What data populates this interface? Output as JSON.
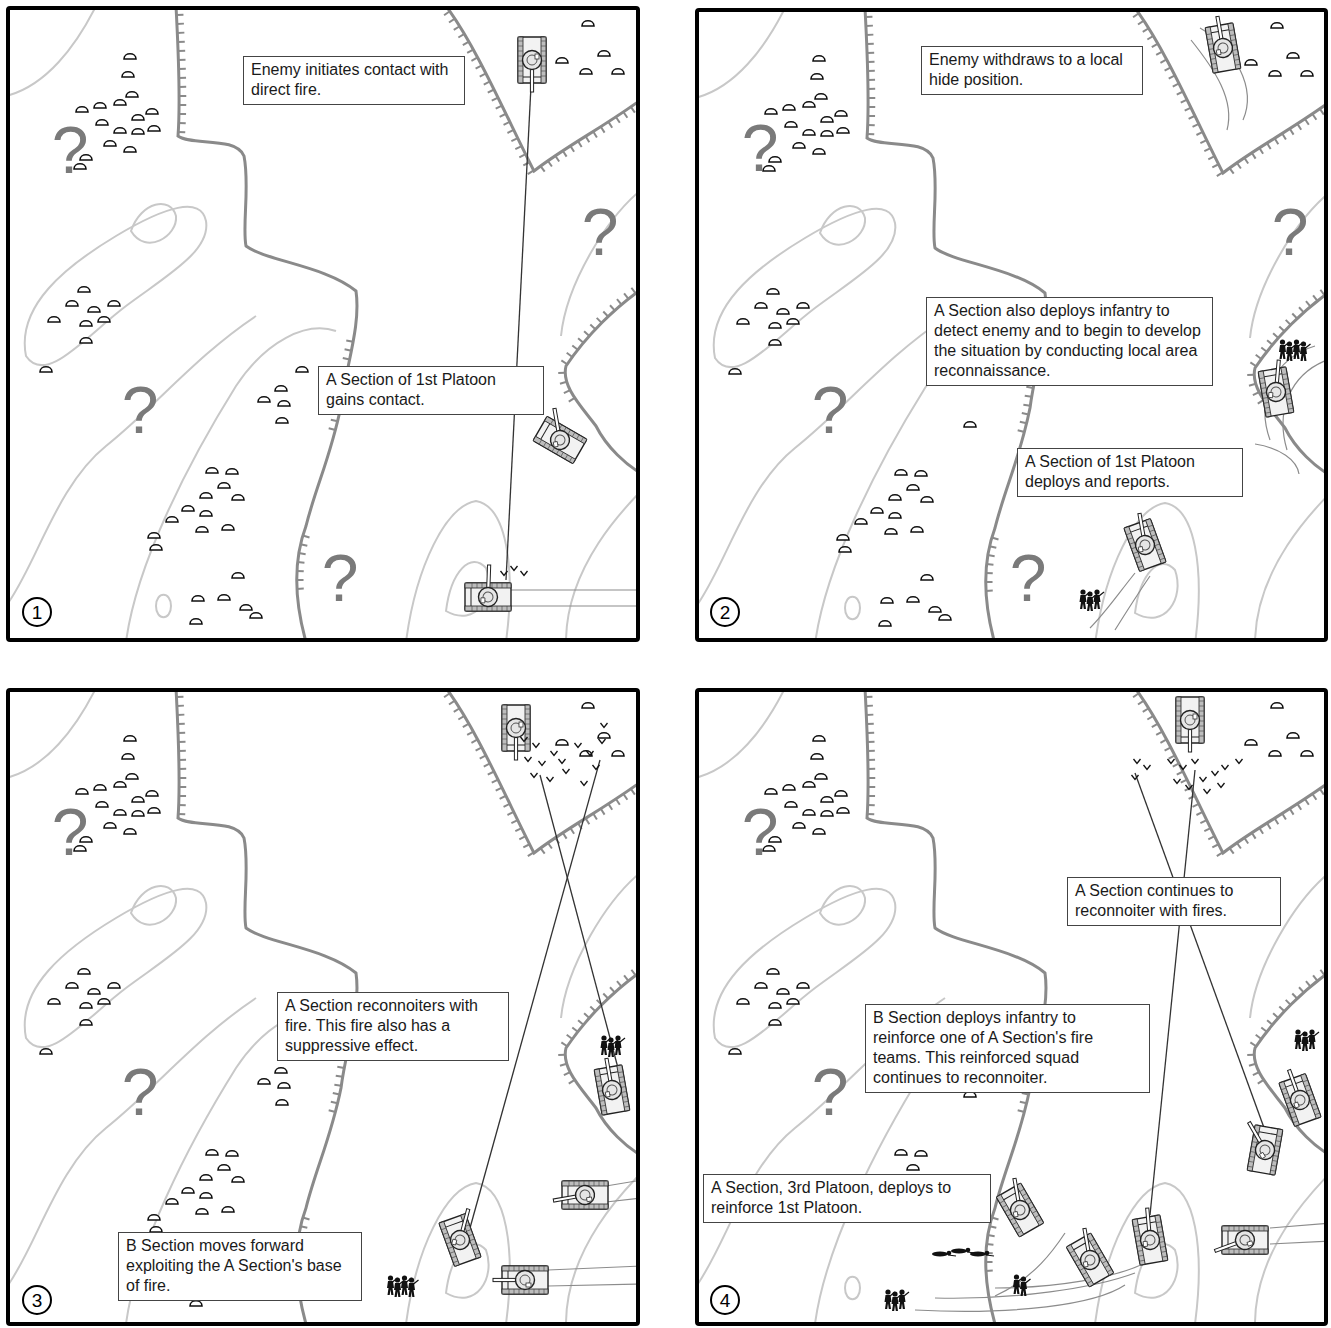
{
  "diagram": {
    "nodes": [
      {
        "text": [
          "1"
        ]
      },
      {
        "text": [
          "Enemy initiates contact with direct fire."
        ],
        "in": 0
      },
      {
        "text": [
          "A Section of 1st Platoon gains contact."
        ],
        "in": 0
      },
      {
        "text": [
          "2"
        ]
      },
      {
        "text": [
          "Enemy withdraws to a local hide position."
        ],
        "in": 3
      },
      {
        "text": [
          "A Section also deploys infantry to detect enemy and to begin to develop the situation by conducting local area reconnaissance."
        ],
        "in": 3
      },
      {
        "text": [
          "A Section of 1st Platoon deploys and reports."
        ],
        "in": 3
      },
      {
        "text": [
          "3"
        ]
      },
      {
        "text": [
          "A Section reconnoiters with fire. This fire also has a suppressive effect."
        ],
        "in": 7
      },
      {
        "text": [
          "B Section moves forward exploiting the A Section's base of fire."
        ],
        "in": 7
      },
      {
        "text": [
          "4"
        ]
      },
      {
        "text": [
          "A Section continues to reconnoiter with fires."
        ],
        "in": 10
      },
      {
        "text": [
          "B Section deploys infantry to reinforce one of A Section's fire teams. This reinforced squad continues to reconnoiter."
        ],
        "in": 10
      },
      {
        "text": [
          "A Section, 3rd Platoon, deploys to reinforce 1st Platoon."
        ],
        "in": 10
      }
    ],
    "labels": [
      "?",
      "?",
      "?",
      "?",
      "?",
      "?",
      "?",
      "?",
      "?",
      "?",
      "?",
      "?"
    ]
  }
}
